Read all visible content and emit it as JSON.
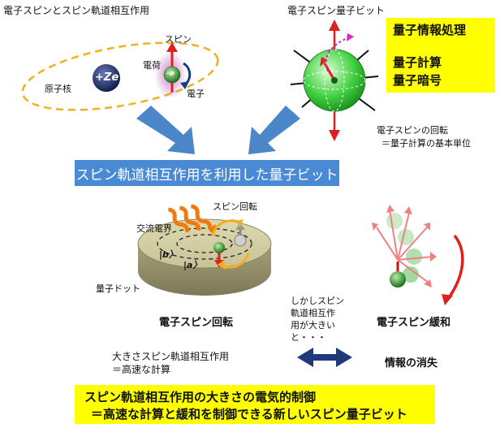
{
  "top_left": {
    "title": "電子スピンとスピン軌道相互作用",
    "spin_label": "スピン",
    "charge_label": "電荷",
    "electron_label": "電子",
    "nucleus_label": "原子核",
    "nucleus_symbol": "+Ze",
    "electron_symbol": "-e"
  },
  "top_right": {
    "title": "電子スピン量子ビット",
    "info_box": [
      "量子情報処理",
      "量子計算",
      "量子暗号"
    ],
    "caption": [
      "電子スピンの回転",
      "＝量子計算の基本単位"
    ]
  },
  "banner": "スピン軌道相互作用を利用した量子ビット",
  "middle": {
    "ac_field_label": "交流電界",
    "spin_rotation_label": "スピン回転",
    "state_b": "|b〉",
    "state_a": "|a〉",
    "quantum_dot_label": "量子ドット",
    "left_caption": "電子スピン回転",
    "right_caption": "電子スピン緩和",
    "middle_note": [
      "しかしスピン",
      "軌道相互作",
      "用が大きい",
      "と・・・"
    ]
  },
  "tradeoff": {
    "left": [
      "大きさスピン軌道相互作用",
      "＝高速な計算"
    ],
    "right": "情報の消失"
  },
  "bottom_box": [
    "スピン軌道相互作用の大きさの電気的制御",
    "＝高速な計算と緩和を制御できる新しいスピン量子ビット"
  ],
  "colors": {
    "banner_blue": "#4a8ad4",
    "highlight_yellow": "#ffff00",
    "arrow_red": "#e02020",
    "green_sphere": "#3cc83c",
    "orbit_orange": "#f0b020",
    "arrow_blue": "#4a86c8",
    "tradeoff_arrow": "#1f3a7a"
  }
}
